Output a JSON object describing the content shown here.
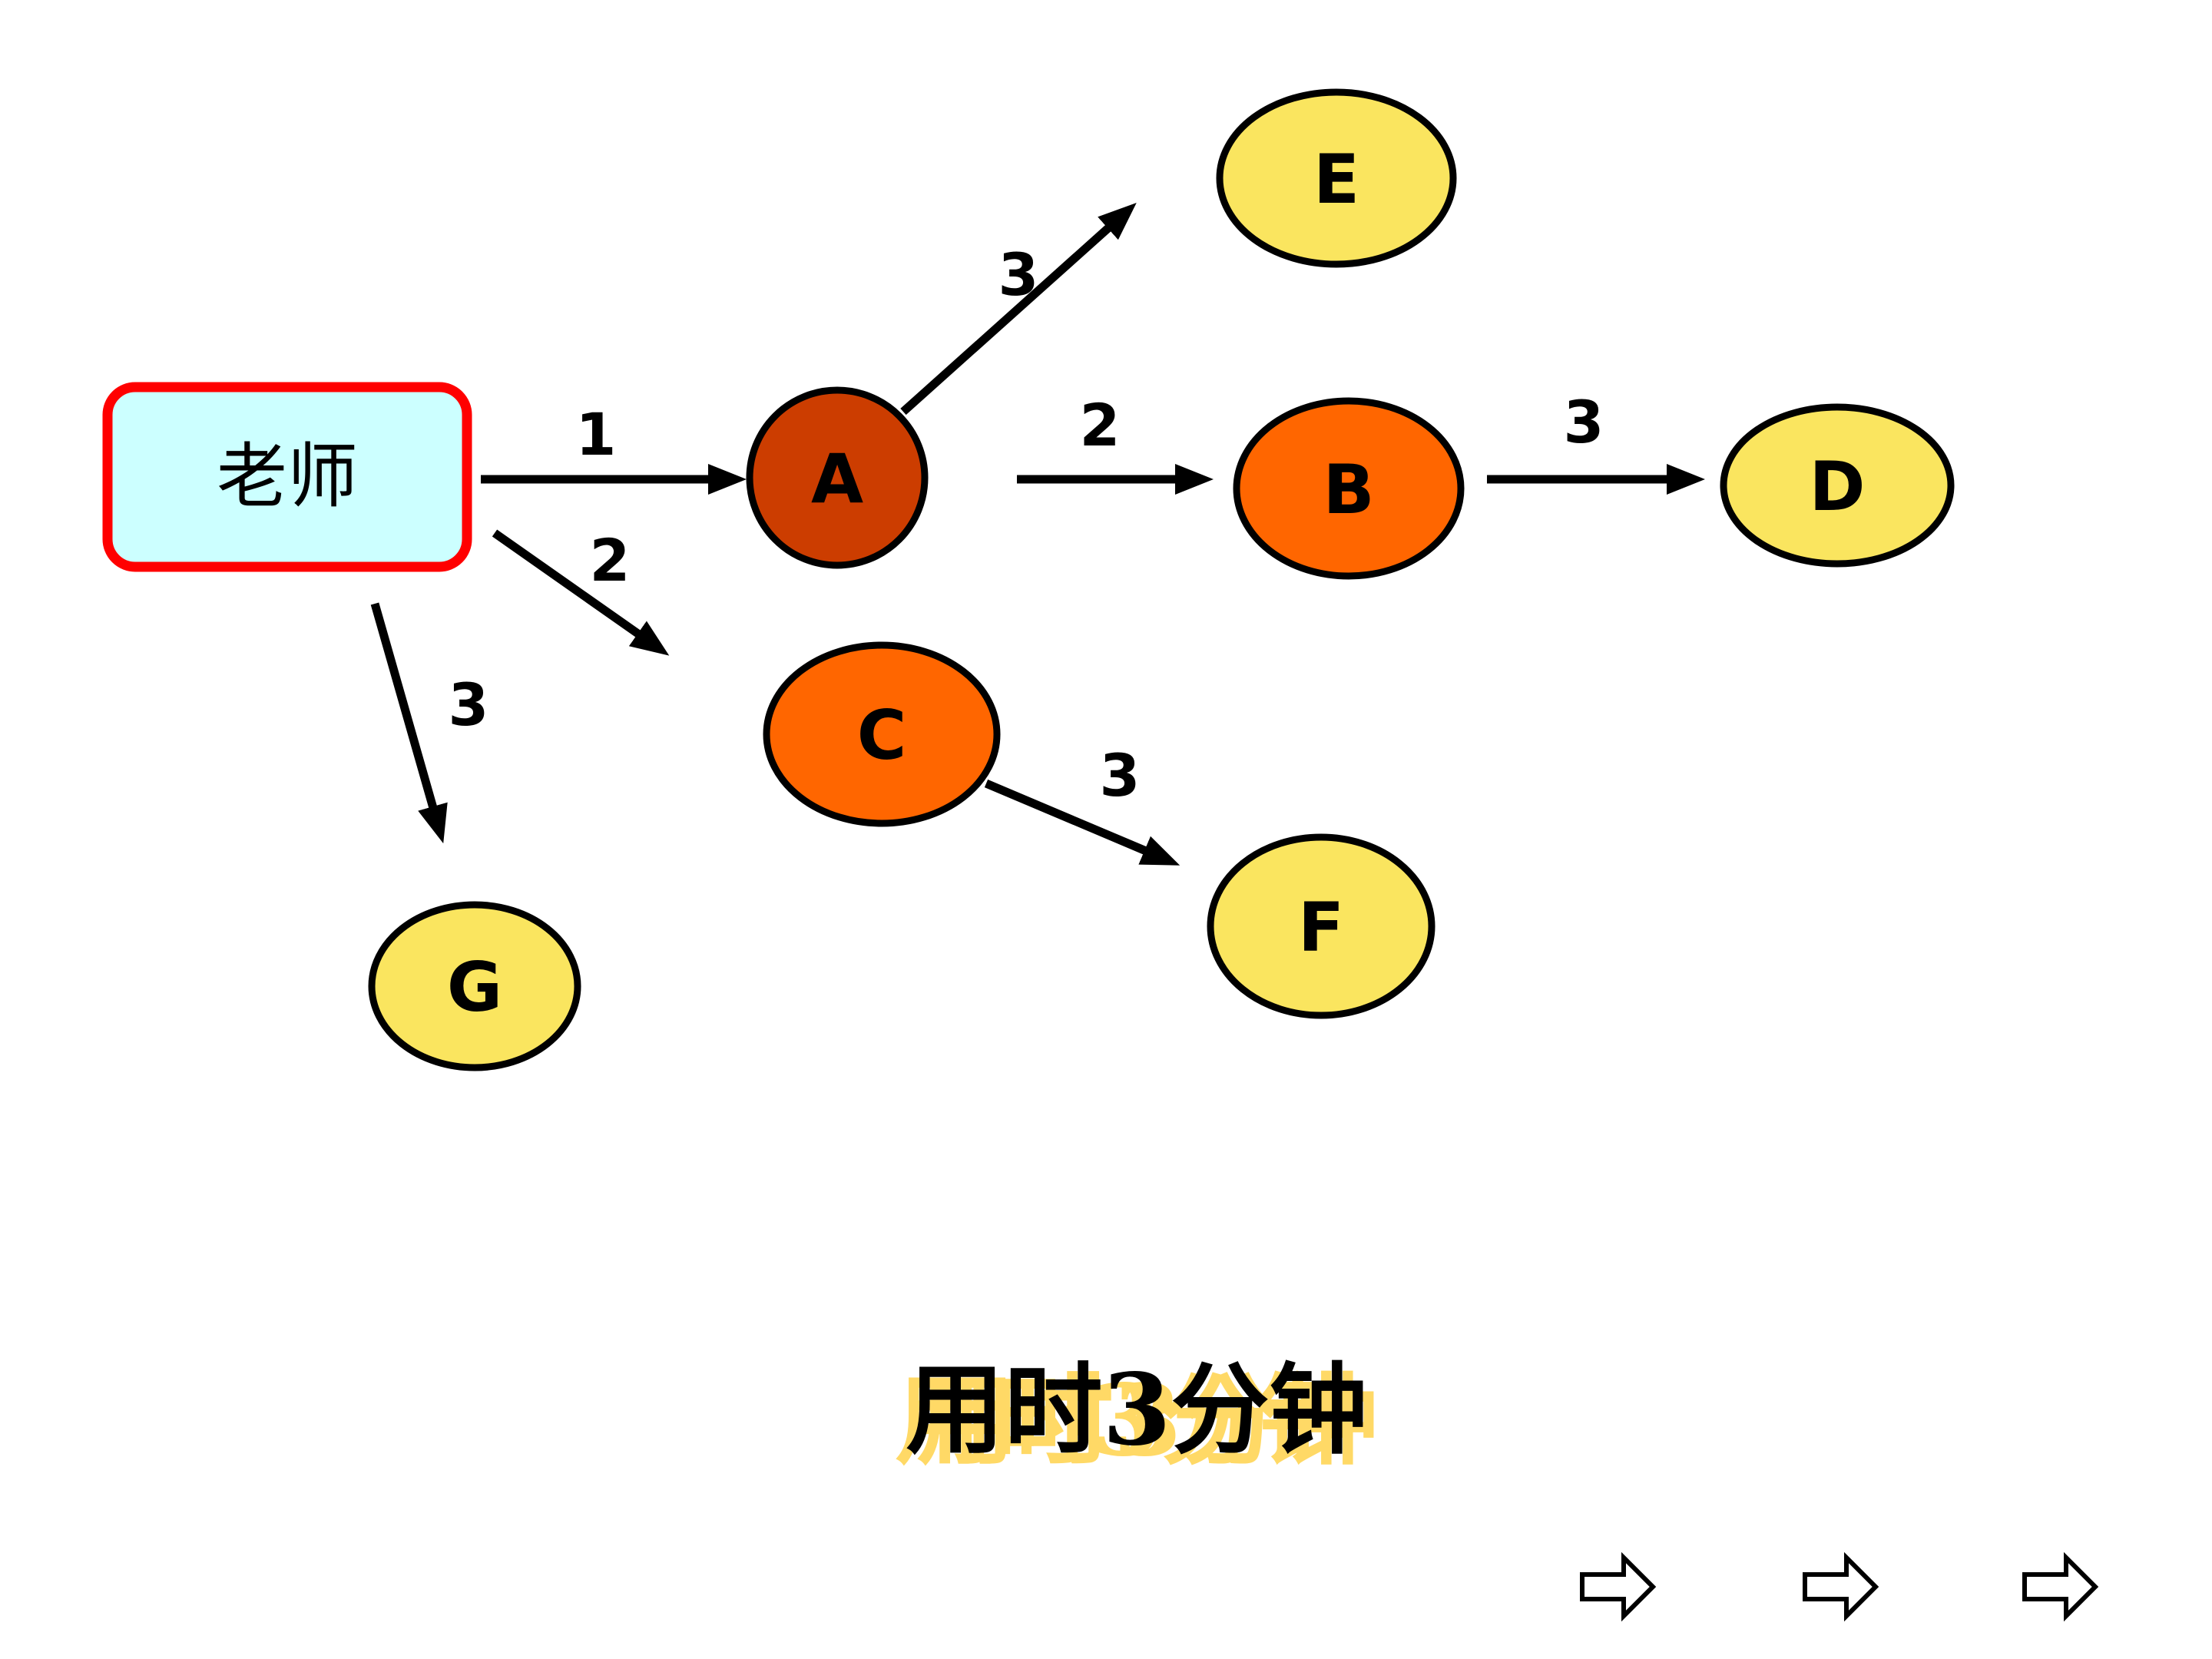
{
  "slide": {
    "background": "#FFFFFF"
  },
  "colors": {
    "root_box_fill": "#CCFFFF",
    "root_box_border": "#FF0000",
    "node_border": "#000000",
    "arrow": "#000000",
    "dark_red_orange": "#CC3D00",
    "orange": "#FF6600",
    "yellow": "#FAE55F",
    "caption_shadow": "#FFD966"
  },
  "diagram": {
    "root": {
      "label": "老师"
    },
    "nodes": [
      {
        "id": "A",
        "label": "A",
        "color": "#CC3D00"
      },
      {
        "id": "B",
        "label": "B",
        "color": "#FF6600"
      },
      {
        "id": "C",
        "label": "C",
        "color": "#FF6600"
      },
      {
        "id": "D",
        "label": "D",
        "color": "#FAE55F"
      },
      {
        "id": "E",
        "label": "E",
        "color": "#FAE55F"
      },
      {
        "id": "F",
        "label": "F",
        "color": "#FAE55F"
      },
      {
        "id": "G",
        "label": "G",
        "color": "#FAE55F"
      }
    ],
    "edges": [
      {
        "from": "老师",
        "to": "A",
        "label": "1"
      },
      {
        "from": "A",
        "to": "E",
        "label": "3"
      },
      {
        "from": "A",
        "to": "B",
        "label": "2"
      },
      {
        "from": "B",
        "to": "D",
        "label": "3"
      },
      {
        "from": "老师",
        "to": "C",
        "label": "2"
      },
      {
        "from": "老师",
        "to": "G",
        "label": "3"
      },
      {
        "from": "C",
        "to": "F",
        "label": "3"
      }
    ]
  },
  "caption": {
    "text": "用时3分钟"
  },
  "footer": {
    "nav_icons": [
      "right-block-arrow-icon",
      "right-block-arrow-icon",
      "right-block-arrow-icon"
    ]
  }
}
